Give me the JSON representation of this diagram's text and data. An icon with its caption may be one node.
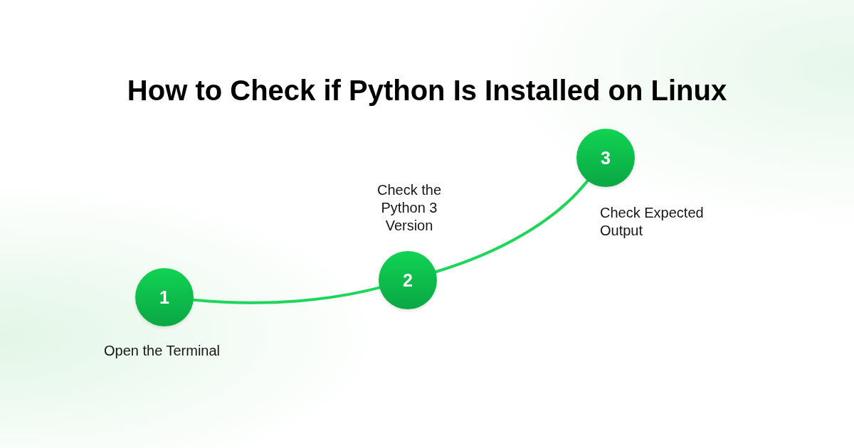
{
  "diagram": {
    "title": "How to Check if Python Is Installed on Linux",
    "nodes": [
      {
        "text": [
          "1"
        ],
        "beside": [
          "Open the Terminal"
        ]
      },
      {
        "text": [
          "2"
        ],
        "beside": [
          "Check the Python 3 Version"
        ]
      },
      {
        "text": [
          "3"
        ],
        "beside": [
          "Check Expected Output"
        ]
      }
    ],
    "edges": [
      {
        "from": 0,
        "to": 1,
        "arrow": "none"
      },
      {
        "from": 1,
        "to": 2,
        "arrow": "none"
      }
    ]
  }
}
